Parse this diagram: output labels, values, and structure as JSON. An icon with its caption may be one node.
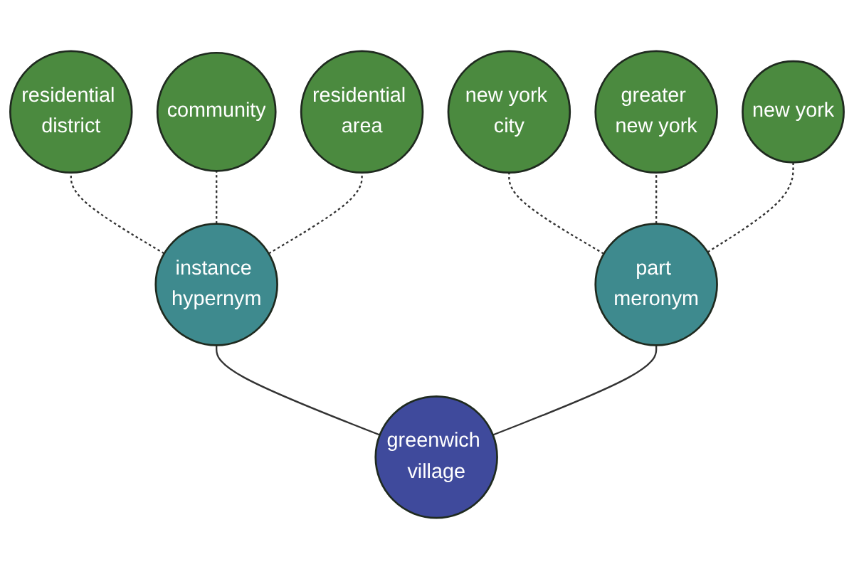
{
  "diagram": {
    "nodes": [
      {
        "text": [
          "greenwich village"
        ]
      },
      {
        "text": [
          "instance hypernym"
        ]
      },
      {
        "text": [
          "residential district"
        ]
      },
      {
        "text": [
          "community"
        ]
      },
      {
        "text": [
          "residential area"
        ]
      },
      {
        "text": [
          "part meronym"
        ]
      },
      {
        "text": [
          "new york city"
        ]
      },
      {
        "text": [
          "greater new york"
        ]
      },
      {
        "text": [
          "new york"
        ]
      }
    ],
    "edges": [
      {
        "from": 0,
        "to": 1,
        "arrow": "none"
      },
      {
        "from": 1,
        "to": 2,
        "arrow": "none",
        "style": "dashed"
      },
      {
        "from": 1,
        "to": 3,
        "arrow": "none",
        "style": "dashed"
      },
      {
        "from": 1,
        "to": 4,
        "arrow": "none",
        "style": "dashed"
      },
      {
        "from": 0,
        "to": 5,
        "arrow": "none"
      },
      {
        "from": 5,
        "to": 6,
        "arrow": "none",
        "style": "dashed"
      },
      {
        "from": 5,
        "to": 7,
        "arrow": "none",
        "style": "dashed"
      },
      {
        "from": 5,
        "to": 8,
        "arrow": "none",
        "style": "dashed"
      }
    ]
  }
}
